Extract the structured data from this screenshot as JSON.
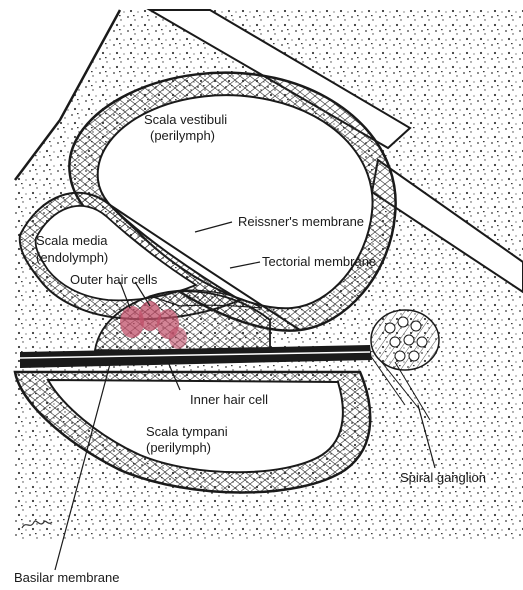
{
  "labels": {
    "scala_vestibuli": "Scala vestibuli",
    "scala_vestibuli_sub": "(perilymph)",
    "reissners_membrane": "Reissner's membrane",
    "scala_media": "Scala media",
    "scala_media_sub": "(endolymph)",
    "tectorial_membrane": "Tectorial membrane",
    "outer_hair_cells": "Outer hair cells",
    "inner_hair_cell": "Inner hair cell",
    "scala_tympani": "Scala tympani",
    "scala_tympani_sub": "(perilymph)",
    "spiral_ganglion": "Spiral ganglion",
    "basilar_membrane": "Basilar membrane"
  },
  "colors": {
    "ink": "#1a1a1a",
    "background": "#ffffff",
    "bone_stipple": "#3a3a3a",
    "hair_cells": "#c0506a"
  },
  "icons": {
    "artist_signature": "artist-signature-mark"
  }
}
